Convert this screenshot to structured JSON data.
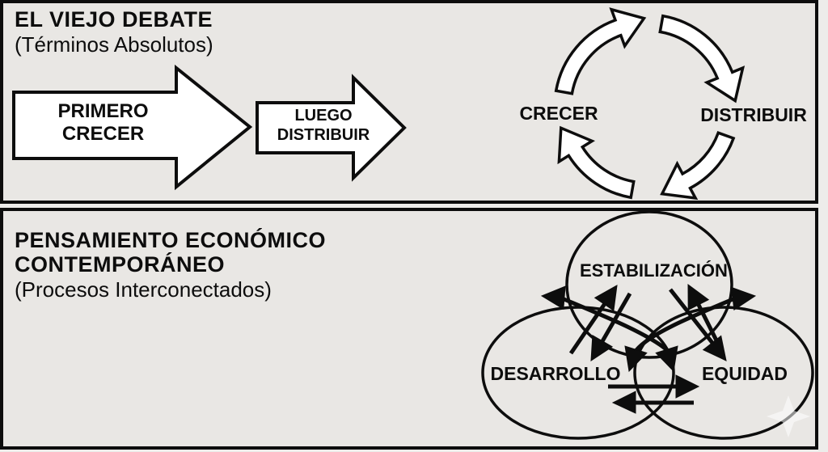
{
  "panels": {
    "old_debate": {
      "title": "EL VIEJO DEBATE",
      "subtitle": "(Términos Absolutos)",
      "block_arrow_1": {
        "line1": "PRIMERO",
        "line2": "CRECER"
      },
      "block_arrow_2": {
        "line1": "LUEGO",
        "line2": "DISTRIBUIR"
      },
      "cycle": {
        "left_label": "CRECER",
        "right_label": "DISTRIBUIR",
        "direction": "clockwise",
        "arrow_count": 4
      }
    },
    "contemporary": {
      "title_line1": "PENSAMIENTO ECONÓMICO",
      "title_line2": "CONTEMPORÁNEO",
      "subtitle": "(Procesos Interconectados)",
      "circles": [
        {
          "label": "ESTABILIZACIÓN",
          "position": "top"
        },
        {
          "label": "DESARROLLO",
          "position": "bottom-left"
        },
        {
          "label": "EQUIDAD",
          "position": "bottom-right"
        }
      ],
      "connections": [
        {
          "from": "DESARROLLO",
          "to": "ESTABILIZACIÓN",
          "type": "double-straight-arrows"
        },
        {
          "from": "ESTABILIZACIÓN",
          "to": "EQUIDAD",
          "type": "double-straight-arrows"
        },
        {
          "from": "DESARROLLO",
          "to": "EQUIDAD",
          "type": "double-horizontal-arrows"
        },
        {
          "from": "left-overlap",
          "to": "right-overlap",
          "type": "crossing-curved-arrows"
        }
      ]
    }
  },
  "colors": {
    "panel_background": "#e9e7e4",
    "page_background": "#edecea",
    "ink": "#0d0d0d",
    "arrow_fill": "#ffffff"
  }
}
